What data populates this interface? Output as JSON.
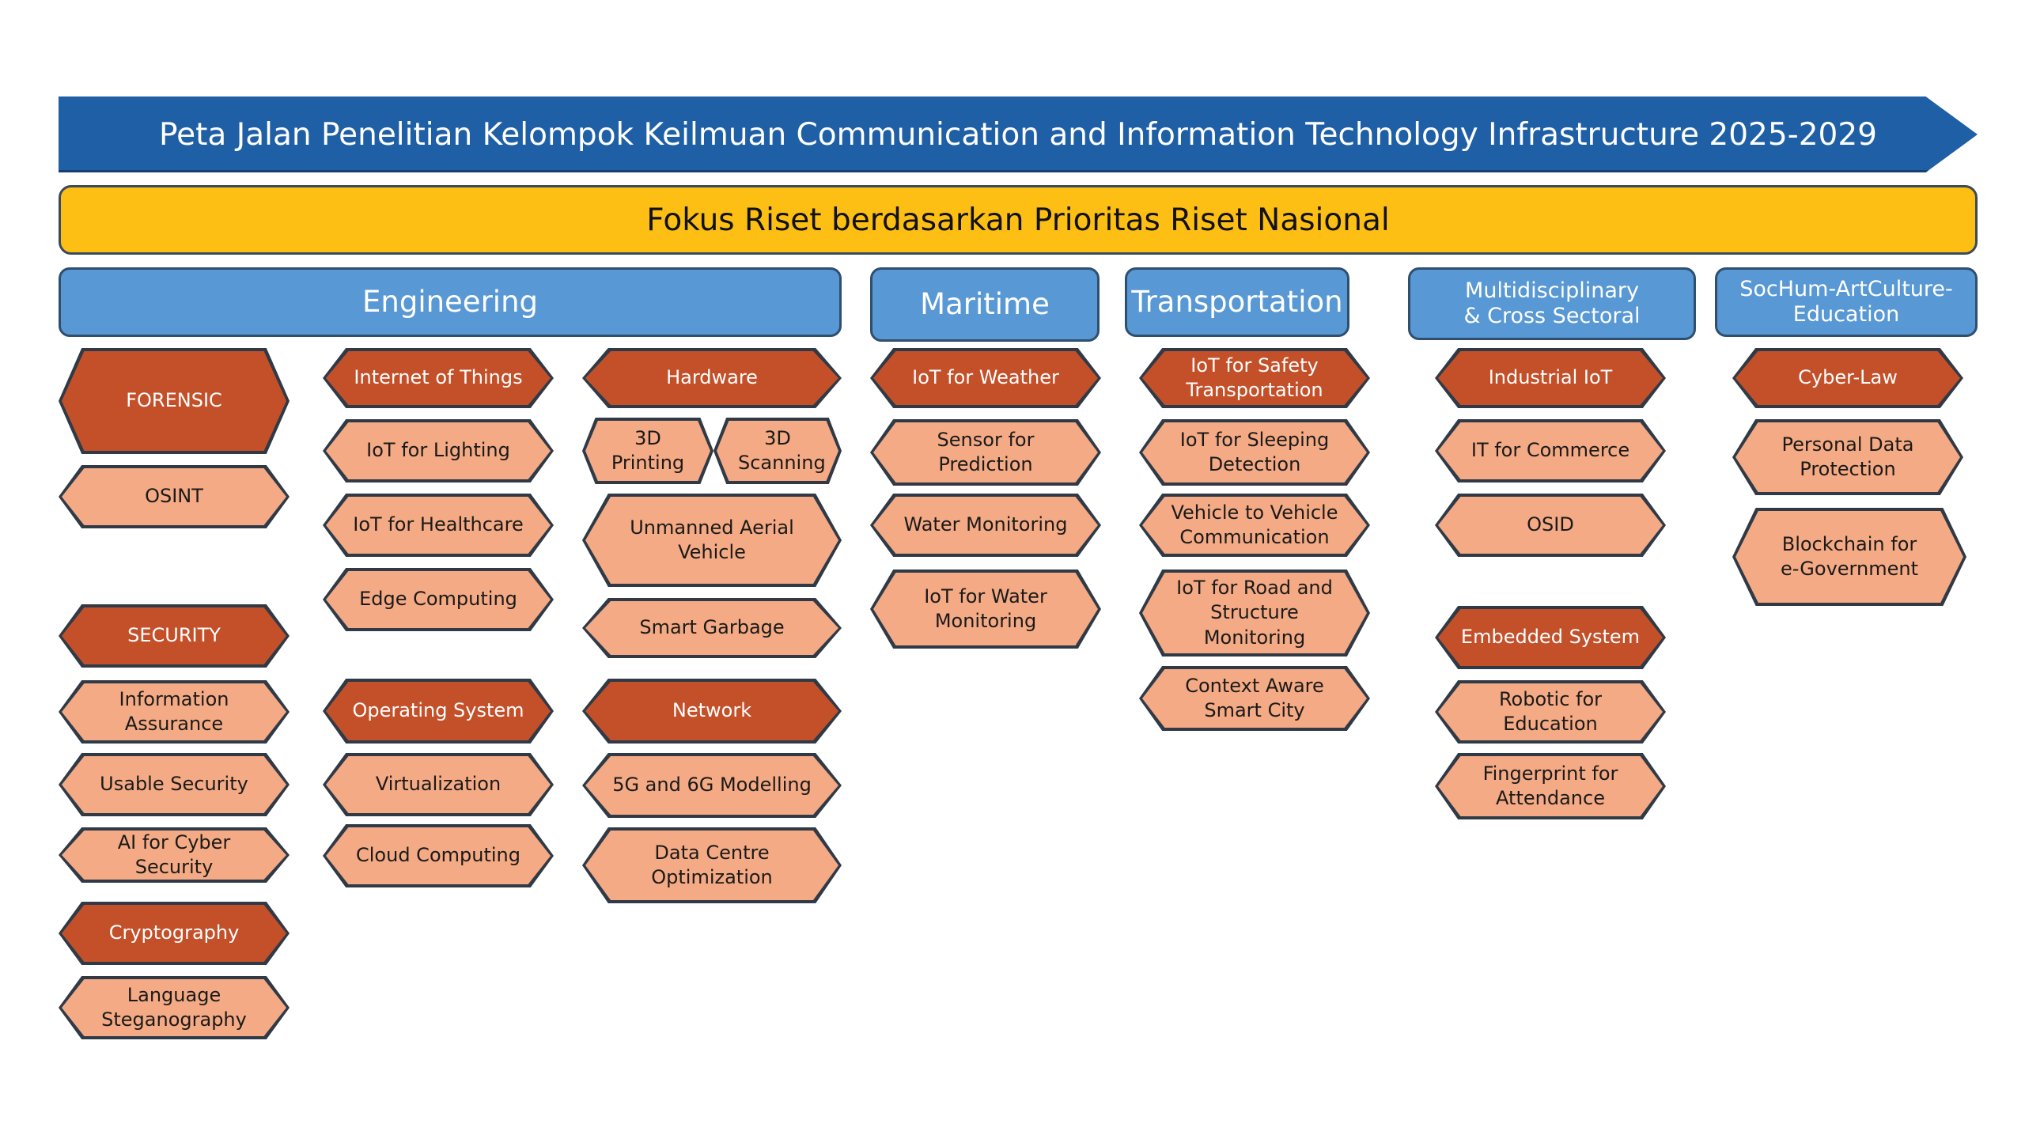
{
  "title": "Peta Jalan Penelitian Kelompok Keilmuan Communication and Information Technology Infrastructure 2025-2029",
  "focus": "Fokus Riset berdasarkan Prioritas Riset Nasional",
  "categories": {
    "engineering": "Engineering",
    "maritime": "Maritime",
    "transportation": "Transportation",
    "multidisciplinary": "Multidisciplinary & Cross Sectoral",
    "sochum": "SocHum-ArtCulture-Education"
  },
  "nodes": {
    "forensic": "FORENSIC",
    "osint": "OSINT",
    "security": "SECURITY",
    "information_assurance": "Information Assurance",
    "usable_security": "Usable Security",
    "ai_cyber_security": "AI for Cyber Security",
    "cryptography": "Cryptography",
    "language_steganography": "Language Steganography",
    "iot": "Internet of Things",
    "iot_lighting": "IoT for Lighting",
    "iot_healthcare": "IoT for Healthcare",
    "edge_computing": "Edge Computing",
    "operating_system": "Operating System",
    "virtualization": "Virtualization",
    "cloud_computing": "Cloud Computing",
    "hardware": "Hardware",
    "printing_3d": "3D Printing",
    "scanning_3d": "3D Scanning",
    "uav": "Unmanned Aerial Vehicle",
    "smart_garbage": "Smart Garbage",
    "network": "Network",
    "modelling_5g_6g": "5G and 6G Modelling",
    "data_centre": "Data Centre Optimization",
    "iot_weather": "IoT for Weather",
    "sensor_prediction": "Sensor for Prediction",
    "water_monitoring": "Water Monitoring",
    "iot_water_monitoring": "IoT for Water Monitoring",
    "iot_safety_transportation": "IoT for Safety Transportation",
    "iot_sleeping_detection": "IoT for Sleeping Detection",
    "v2v": "Vehicle to Vehicle Communication",
    "iot_road_structure": "IoT for Road and Structure Monitoring",
    "context_aware": "Context Aware Smart City",
    "industrial_iot": "Industrial IoT",
    "it_commerce": "IT for Commerce",
    "osid": "OSID",
    "embedded_system": "Embedded System",
    "robotic_education": "Robotic for Education",
    "fingerprint_attendance": "Fingerprint for Attendance",
    "cyber_law": "Cyber-Law",
    "personal_data": "Personal Data Protection",
    "blockchain": "Blockchain for e-Government"
  }
}
